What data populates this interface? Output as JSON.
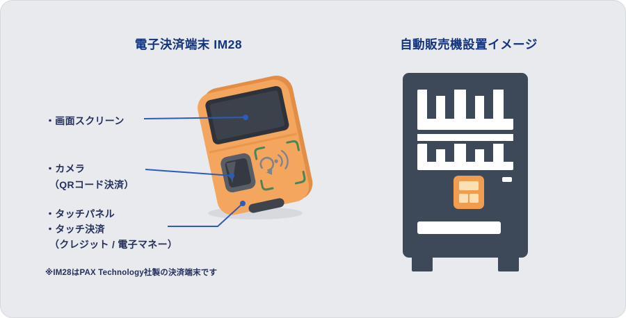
{
  "colors": {
    "background": "#e8eaee",
    "title_blue": "#14337d",
    "text_navy": "#25305a",
    "callout_blue": "#2d5cb8",
    "terminal_orange": "#f4a55e",
    "machine_navy": "#3d4858",
    "panel_orange": "#f09d50",
    "bracket_green": "#4d8456"
  },
  "icons": {
    "scan_arrow": "scan-arrow-icon",
    "contactless": "contactless-payment-icon"
  },
  "left": {
    "title": "電子決済端末 IM28",
    "label_screen": "・画面スクリーン",
    "label_camera": "・カメラ",
    "label_camera_sub": "（QRコード決済）",
    "label_touch_panel": "・タッチパネル",
    "label_touch_pay": "・タッチ決済",
    "label_touch_sub": "（クレジット / 電子マネー）",
    "footnote": "※IM28はPAX Technology社製の決済端末です"
  },
  "right": {
    "title": "自動販売機設置イメージ"
  }
}
